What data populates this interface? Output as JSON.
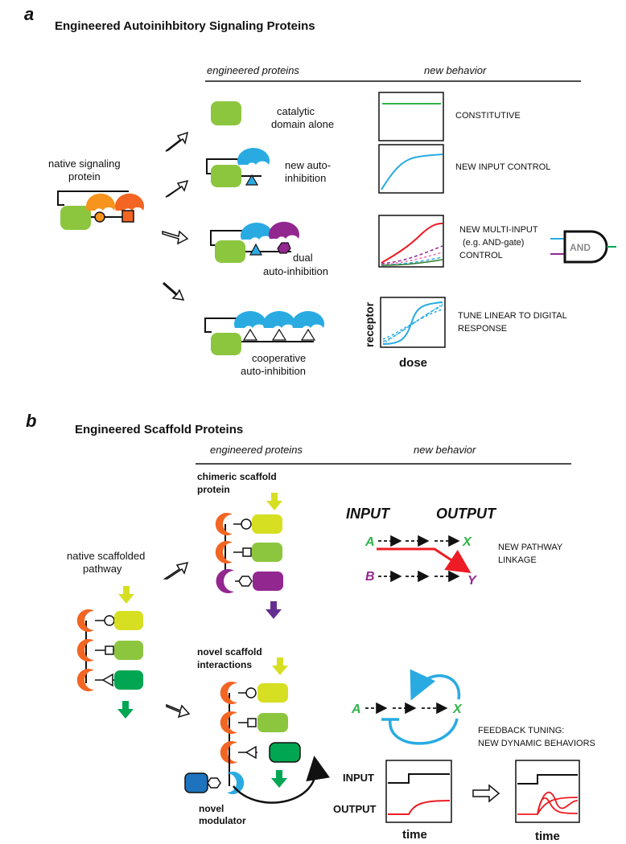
{
  "panel_a": {
    "letter": "a",
    "title": "Engineered Autoinihbitory Signaling Proteins",
    "col_engineered": "engineered proteins",
    "col_behavior": "new behavior",
    "native": {
      "line1": "native signaling",
      "line2": "protein"
    },
    "rows": [
      {
        "label1": "catalytic",
        "label2": "domain alone",
        "behavior": "CONSTITUTIVE"
      },
      {
        "label1": "new auto-",
        "label2": "inhibition",
        "behavior": "NEW INPUT CONTROL"
      },
      {
        "label1": "dual",
        "label2": "auto-inhibition",
        "behavior1": "NEW MULTI-INPUT",
        "behavior2": "(e.g. AND-gate)",
        "behavior3": "CONTROL",
        "gate": "AND"
      },
      {
        "label1": "cooperative",
        "label2": "auto-inhibition",
        "behavior1": "TUNE LINEAR TO DIGITAL",
        "behavior2": "RESPONSE"
      }
    ],
    "axis_y": "receptor",
    "axis_x": "dose"
  },
  "panel_b": {
    "letter": "b",
    "title": "Engineered Scaffold Proteins",
    "col_engineered": "engineered proteins",
    "col_behavior": "new behavior",
    "native": {
      "line1": "native scaffolded",
      "line2": "pathway"
    },
    "chimeric": {
      "line1": "chimeric scaffold",
      "line2": "protein"
    },
    "input_label": "INPUT",
    "output_label": "OUTPUT",
    "node_a": "A",
    "node_x": "X",
    "node_b": "B",
    "node_y": "Y",
    "linkage1": "NEW PATHWAY",
    "linkage2": "LINKAGE",
    "novel": {
      "line1": "novel scaffold",
      "line2": "interactions"
    },
    "feedback1": "FEEDBACK TUNING:",
    "feedback2": "NEW DYNAMIC BEHAVIORS",
    "plot_input": "INPUT",
    "plot_output": "OUTPUT",
    "time1": "time",
    "time2": "time",
    "modulator1": "novel",
    "modulator2": "modulator"
  },
  "colors": {
    "green": "#8cc63f",
    "darkgreen": "#00a651",
    "orange": "#f7941d",
    "red_orange": "#f26522",
    "blue": "#29abe2",
    "purple": "#92278f",
    "yellow": "#d7df23",
    "red": "#ed1c24"
  }
}
